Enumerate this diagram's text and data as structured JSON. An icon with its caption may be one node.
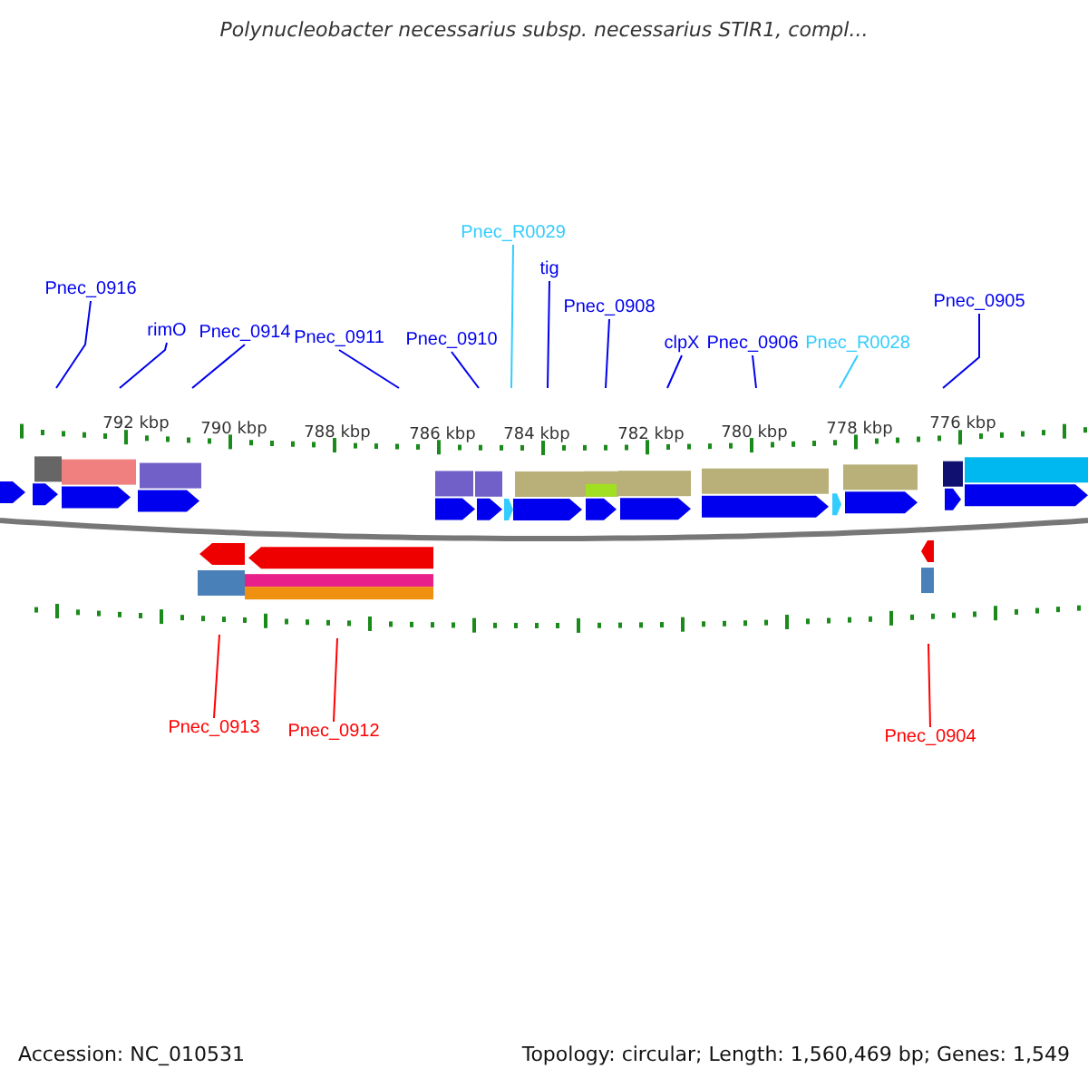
{
  "diagram": {
    "title": "Polynucleobacter necessarius subsp. necessarius STIR1, compl...",
    "nodes": [
      {
        "text": [
          "Pnec_0916"
        ]
      },
      {
        "text": [
          "rimO"
        ]
      },
      {
        "text": [
          "Pnec_0914"
        ]
      },
      {
        "text": [
          "Pnec_0911"
        ]
      },
      {
        "text": [
          "Pnec_0910"
        ]
      },
      {
        "text": [
          "Pnec_R0029"
        ]
      },
      {
        "text": [
          "tig"
        ]
      },
      {
        "text": [
          "Pnec_0908"
        ]
      },
      {
        "text": [
          "clpX"
        ]
      },
      {
        "text": [
          "Pnec_0906"
        ]
      },
      {
        "text": [
          "Pnec_R0028"
        ]
      },
      {
        "text": [
          "Pnec_0905"
        ]
      },
      {
        "text": [
          "Pnec_0913"
        ]
      },
      {
        "text": [
          "Pnec_0912"
        ]
      },
      {
        "text": [
          "Pnec_0904"
        ]
      }
    ],
    "edges": [
      {
        "from": 0,
        "to": null,
        "arrow": "none"
      },
      {
        "from": 1,
        "to": null,
        "arrow": "none"
      },
      {
        "from": 2,
        "to": null,
        "arrow": "none"
      },
      {
        "from": 3,
        "to": null,
        "arrow": "none"
      },
      {
        "from": 4,
        "to": null,
        "arrow": "none"
      },
      {
        "from": 5,
        "to": null,
        "arrow": "none",
        "color": "#33ccff"
      },
      {
        "from": 6,
        "to": null,
        "arrow": "none"
      },
      {
        "from": 7,
        "to": null,
        "arrow": "none"
      },
      {
        "from": 8,
        "to": null,
        "arrow": "none"
      },
      {
        "from": 9,
        "to": null,
        "arrow": "none"
      },
      {
        "from": 10,
        "to": null,
        "arrow": "none",
        "color": "#33ccff"
      },
      {
        "from": 11,
        "to": null,
        "arrow": "none"
      },
      {
        "from": 12,
        "to": null,
        "arrow": "none",
        "color": "#ff0000"
      },
      {
        "from": 13,
        "to": null,
        "arrow": "none",
        "color": "#ff0000"
      },
      {
        "from": 14,
        "to": null,
        "arrow": "none",
        "color": "#ff0000"
      }
    ],
    "labels": [
      "792 kbp",
      "790 kbp",
      "788 kbp",
      "786 kbp",
      "784 kbp",
      "782 kbp",
      "780 kbp",
      "778 kbp",
      "776 kbp",
      "Accession: NC_010531",
      "Topology: circular; Length: 1,560,469 bp; Genes: 1,549"
    ]
  }
}
